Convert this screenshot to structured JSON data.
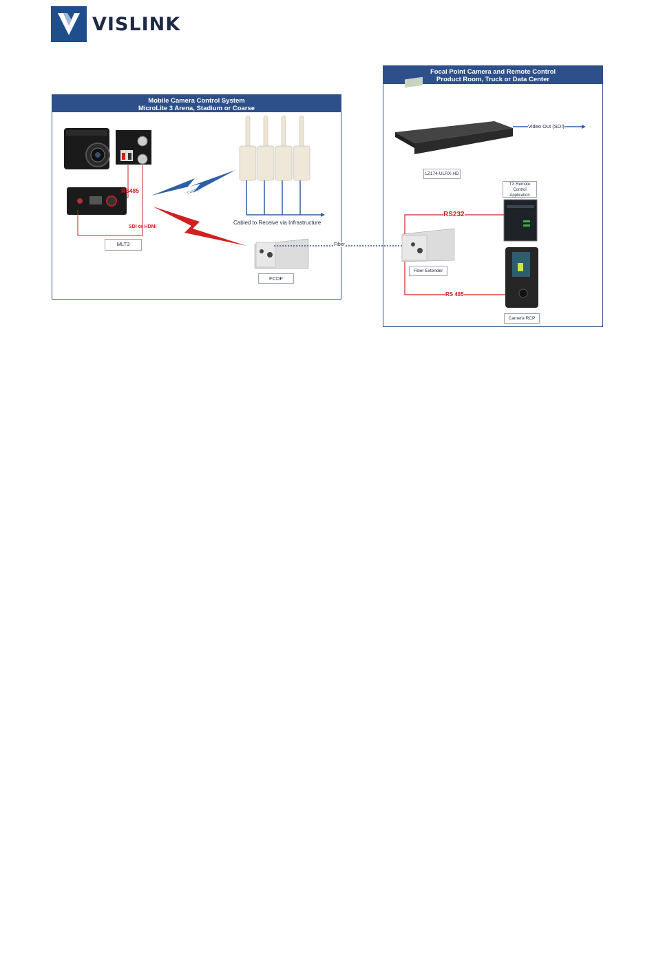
{
  "brand": {
    "name": "VISLINK",
    "color": "#1e4f8c"
  },
  "left_panel": {
    "title_line1": "Mobile Camera Control System",
    "title_line2": "MicroLite 3 Arena, Stadium or Coarse",
    "labels": {
      "rs485": "RS485",
      "sdi_hdmi": "SDI or HDMI",
      "mlt3": "MLT3",
      "cofdm": "COFDM",
      "cabled": "Cabled to Receive via Infrastructure",
      "fcdf": "FCDF",
      "fiber": "Fiber"
    }
  },
  "right_panel": {
    "title_line1": "Focal Point Camera and Remote Control",
    "title_line2": "Product Room, Truck or Data Center",
    "labels": {
      "video_out": "Video Out (SDI)",
      "receiver": "LZ174-ULRX-HD",
      "tx_remote_1": "TX Remote",
      "tx_remote_2": "Control",
      "tx_remote_3": "Application",
      "rs232": "RS232",
      "fiber_extender": "Fiber Extender",
      "rs485": "RS 485",
      "camera_rcp": "Camera RCP"
    }
  },
  "colors": {
    "accent": "#2d4f8a",
    "signal_red": "#d21f1f",
    "signal_blue": "#2d5fa8"
  }
}
